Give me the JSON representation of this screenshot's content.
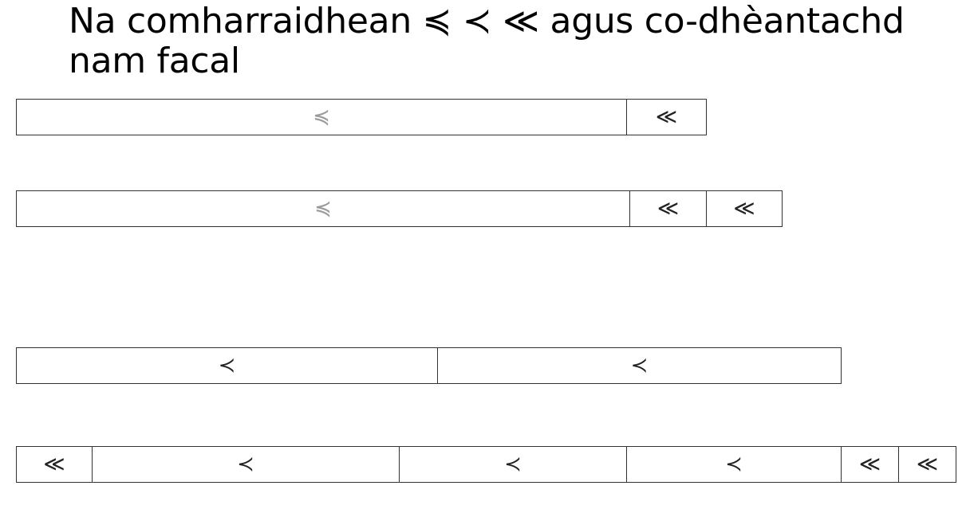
{
  "title": "Na comharraidhean ≼ ≺ ≪ agus co-dhèantachd nam facal",
  "rows": [
    {
      "cells": [
        {
          "symbol": "≼",
          "style": "gray"
        },
        {
          "symbol": "≪",
          "style": "dark"
        }
      ]
    },
    {
      "cells": [
        {
          "symbol": "≼",
          "style": "gray"
        },
        {
          "symbol": "≪",
          "style": "dark"
        },
        {
          "symbol": "≪",
          "style": "dark"
        }
      ]
    },
    {
      "cells": [
        {
          "symbol": "≺",
          "style": "dark"
        },
        {
          "symbol": "≺",
          "style": "dark"
        }
      ]
    },
    {
      "cells": [
        {
          "symbol": "≪",
          "style": "dark"
        },
        {
          "symbol": "≺",
          "style": "dark"
        },
        {
          "symbol": "≺",
          "style": "dark"
        },
        {
          "symbol": "≺",
          "style": "dark"
        },
        {
          "symbol": "≪",
          "style": "dark"
        },
        {
          "symbol": "≪",
          "style": "dark"
        }
      ]
    }
  ],
  "colors": {
    "border": "#333333",
    "symbol_dark": "#222222",
    "symbol_gray": "#9a9a9a"
  }
}
